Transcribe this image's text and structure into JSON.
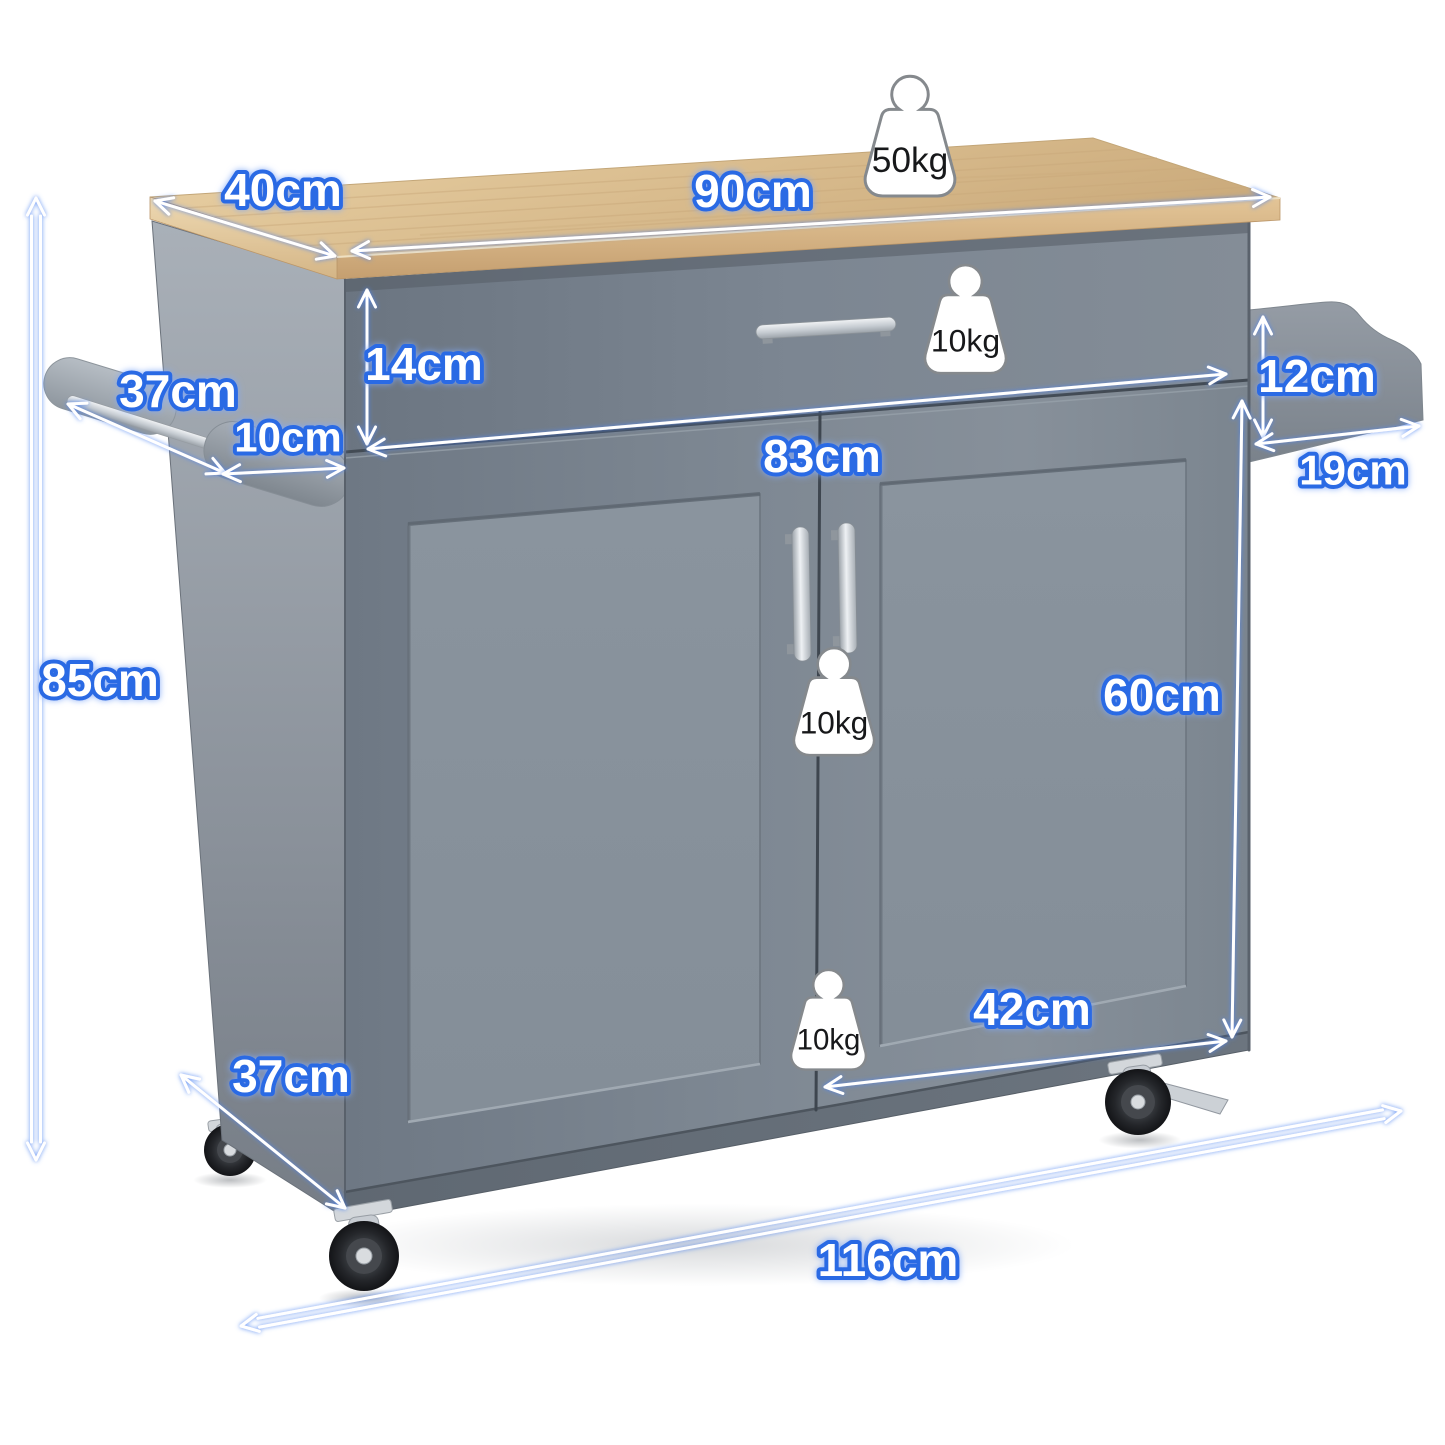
{
  "scene": {
    "description": "Kitchen island trolley cart dimension diagram on white background",
    "background": "#ffffff"
  },
  "colors": {
    "accent_blue": "#2b6ae4",
    "glow_blue": "#7fa8f8",
    "wood_top": "#d9bc8e",
    "cabinet_gray": "#7d8792",
    "side_gray": "#99a0a8",
    "steel": "#d7dbdf",
    "wheel_black": "#202225",
    "label_text": "#ffffff",
    "weight_icon_outline": "#85898d"
  },
  "dimensions": {
    "top_depth": "40cm",
    "top_width": "90cm",
    "drawer_height": "14cm",
    "towel_bar_length": "37cm",
    "towel_rack_depth": "10cm",
    "cabinet_width": "83cm",
    "side_rack_height": "12cm",
    "side_rack_depth": "19cm",
    "overall_height": "85cm",
    "door_height": "60cm",
    "door_width": "42cm",
    "base_depth": "37cm",
    "overall_width": "116cm"
  },
  "weight_capacities": {
    "tabletop": "50kg",
    "drawer": "10kg",
    "door": "10kg",
    "cabinet_bottom": "10kg"
  }
}
